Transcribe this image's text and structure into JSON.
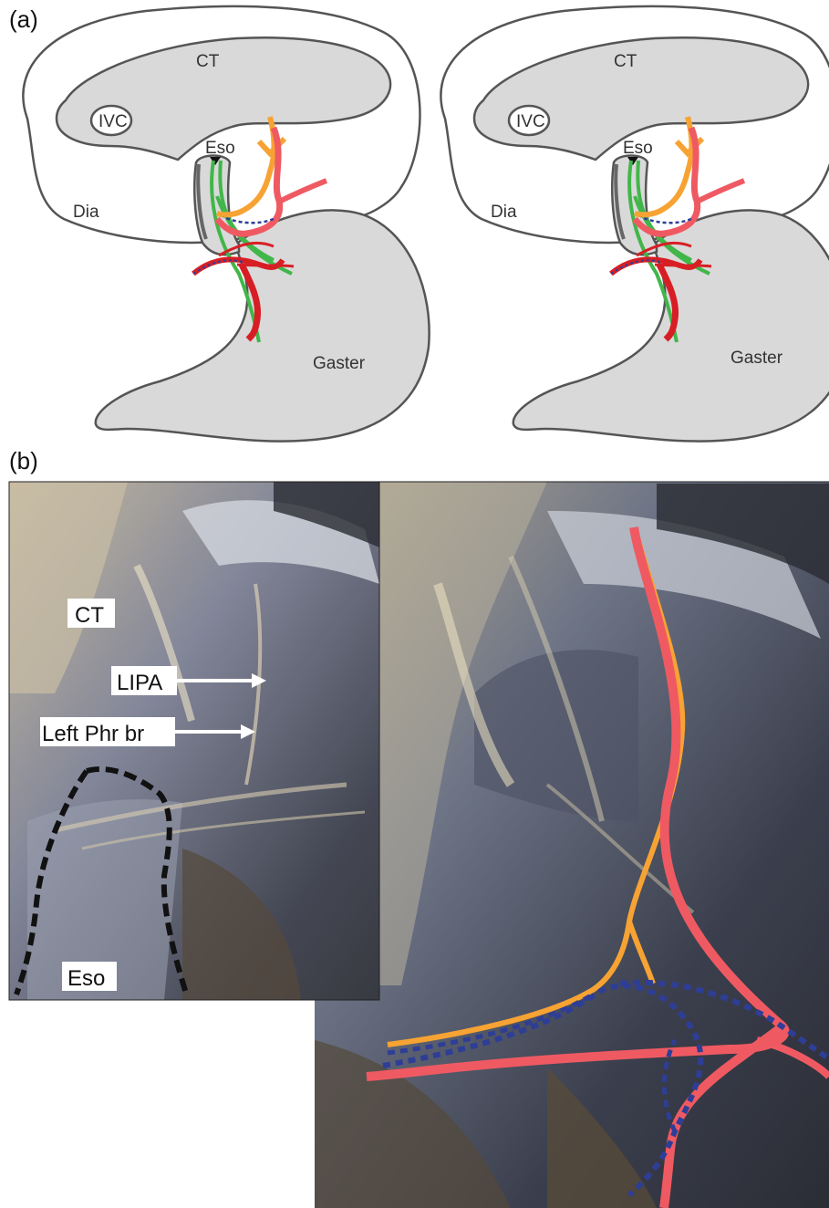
{
  "panels": {
    "a": {
      "label": "(a)",
      "diagrams": [
        {
          "labels": {
            "ct": "CT",
            "ivc": "IVC",
            "eso": "Eso",
            "dia": "Dia",
            "gaster": "Gaster"
          }
        },
        {
          "labels": {
            "ct": "CT",
            "ivc": "IVC",
            "eso": "Eso",
            "dia": "Dia",
            "gaster": "Gaster"
          }
        }
      ]
    },
    "b": {
      "label": "(b)",
      "left_photo": {
        "labels": {
          "ct": "CT",
          "lipa": "LIPA",
          "left_phr_br": "Left Phr br",
          "eso": "Eso"
        }
      }
    }
  },
  "colors": {
    "organ_fill": "#d9d9da",
    "outline": "#555555",
    "green_nerve": "#41b649",
    "red_artery": "#d81e25",
    "pink_vessel": "#ef5a62",
    "orange_nerve": "#f7a333",
    "blue_dashed": "#2e3e96",
    "eso_outline_dashed": "#111111"
  },
  "icons": {
    "arrow": "right-arrow-icon"
  }
}
